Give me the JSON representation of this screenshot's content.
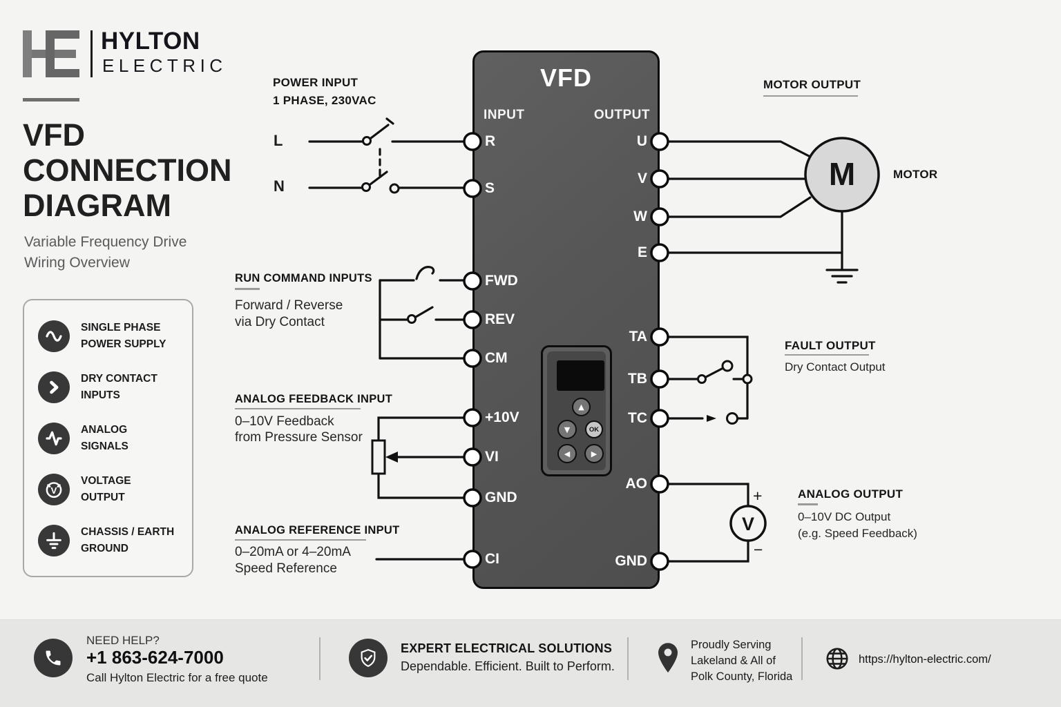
{
  "brand": {
    "name_line1": "HYLTON",
    "name_line2": "ELECTRIC"
  },
  "title": {
    "line1": "VFD",
    "line2": "CONNECTION",
    "line3": "DIAGRAM",
    "subtitle_line1": "Variable Frequency Drive",
    "subtitle_line2": "Wiring Overview"
  },
  "legend": {
    "items": [
      {
        "line1": "SINGLE PHASE",
        "line2": "POWER SUPPLY"
      },
      {
        "line1": "DRY CONTACT",
        "line2": "INPUTS"
      },
      {
        "line1": "ANALOG",
        "line2": "SIGNALS"
      },
      {
        "line1": "VOLTAGE",
        "line2": "OUTPUT",
        "symbol": "V"
      },
      {
        "line1": "CHASSIS / EARTH",
        "line2": "GROUND"
      }
    ]
  },
  "sections": {
    "power_input": {
      "heading": "POWER INPUT",
      "sub": "1 PHASE, 230VAC",
      "l_label": "L",
      "n_label": "N"
    },
    "run_command": {
      "heading": "RUN COMMAND INPUTS",
      "line1": "Forward / Reverse",
      "line2": "via Dry Contact"
    },
    "analog_feedback": {
      "heading": "ANALOG FEEDBACK INPUT",
      "line1": "0–10V Feedback",
      "line2": "from Pressure Sensor"
    },
    "analog_reference": {
      "heading": "ANALOG REFERENCE INPUT",
      "line1": "0–20mA or 4–20mA",
      "line2": "Speed Reference"
    },
    "motor_output": {
      "heading": "MOTOR OUTPUT",
      "motor_label": "MOTOR",
      "motor_symbol": "M"
    },
    "fault_output": {
      "heading": "FAULT OUTPUT",
      "line1": "Dry Contact Output"
    },
    "analog_output": {
      "heading": "ANALOG OUTPUT",
      "line1": "0–10V DC Output",
      "line2": "(e.g. Speed Feedback)",
      "meter_symbol": "V",
      "plus": "+",
      "minus": "−"
    }
  },
  "vfd": {
    "title": "VFD",
    "input_heading": "INPUT",
    "output_heading": "OUTPUT",
    "left_terminals": [
      "R",
      "S",
      "FWD",
      "REV",
      "CM",
      "+10V",
      "VI",
      "GND",
      "CI"
    ],
    "right_terminals": [
      "U",
      "V",
      "W",
      "E",
      "TA",
      "TB",
      "TC",
      "AO",
      "GND"
    ],
    "keypad": {
      "up": "▲",
      "down": "▼",
      "left": "◀",
      "right": "▶",
      "ok": "OK"
    }
  },
  "footer": {
    "help": {
      "label": "NEED HELP?",
      "phone": "+1 863-624-7000",
      "caption": "Call Hylton Electric for a free quote"
    },
    "expert": {
      "heading": "EXPERT ELECTRICAL SOLUTIONS",
      "caption": "Dependable. Efficient. Built to Perform."
    },
    "serving": {
      "line1": "Proudly Serving",
      "line2": "Lakeland & All of",
      "line3": "Polk County, Florida"
    },
    "website": {
      "url": "https://hylton-electric.com/"
    }
  },
  "colors": {
    "background": "#f4f4f3",
    "footer_bg": "#e6e6e5",
    "vfd_body": "#565656",
    "wire": "#111111",
    "logo_gray": "#6e6e6e",
    "motor_fill": "#d8d8d8"
  }
}
